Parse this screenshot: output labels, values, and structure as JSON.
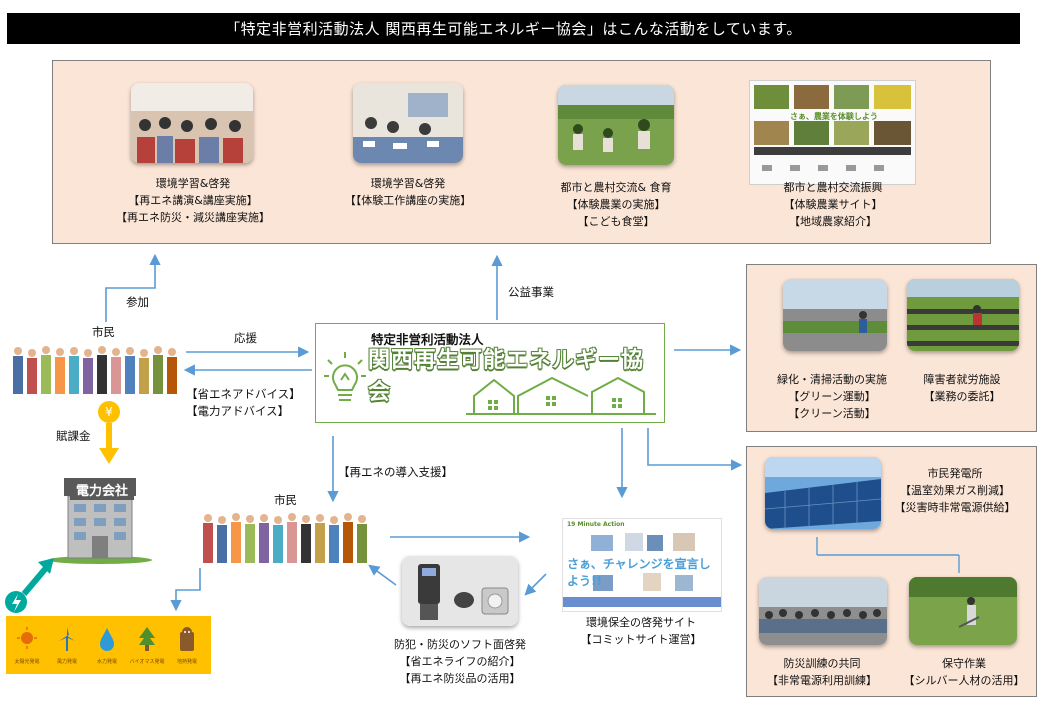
{
  "header": {
    "title": "「特定非営利活動法人 関西再生可能エネルギー協会」はこんな活動をしています。"
  },
  "top_panel": {
    "items": [
      {
        "lines": [
          "環境学習&啓発",
          "【再エネ講演&講座実施】",
          "【再エネ防災・減災講座実施】"
        ]
      },
      {
        "lines": [
          "環境学習&啓発",
          "【【体験工作講座の実施】"
        ]
      },
      {
        "lines": [
          "都市と農村交流& 食育",
          "【体験農業の実施】",
          "【こども食堂】"
        ]
      },
      {
        "lines": [
          "都市と農村交流振興",
          "【体験農業サイト】",
          "【地域農家紹介】"
        ]
      }
    ],
    "farm_site_caption": "さぁ、農業を体験しよう"
  },
  "labels": {
    "sanka": "参加",
    "shimin_left": "市民",
    "ouen": "応援",
    "shoene_advice": "【省エネアドバイス】",
    "denryoku_advice": "【電力アドバイス】",
    "koeki": "公益事業",
    "fukakin": "賦課金",
    "saiene_support": "【再エネの導入支援】",
    "shimin_bottom": "市民"
  },
  "org": {
    "small": "特定非営利活動法人",
    "big": "関西再生可能エネルギー協会"
  },
  "company": {
    "label": "電力会社"
  },
  "energy_strip": {
    "items": [
      "太陽光発電",
      "風力発電",
      "水力発電",
      "バイオマス発電",
      "地熱発電"
    ]
  },
  "right_top_panel": {
    "items": [
      {
        "lines": [
          "緑化・清掃活動の実施",
          "【グリーン運動】",
          "【クリーン活動】"
        ]
      },
      {
        "lines": [
          "障害者就労施設",
          "【業務の委託】"
        ]
      }
    ]
  },
  "right_bottom_panel": {
    "power_station": [
      "市民発電所",
      "【温室効果ガス削減】",
      "【災害時非常電源供給】"
    ],
    "training": [
      "防災訓練の共同",
      "【非常電源利用訓練】"
    ],
    "maintenance": [
      "保守作業",
      "【シルバー人材の活用】"
    ]
  },
  "bottom": {
    "bousai_soft": [
      "防犯・防災のソフト面啓発",
      "【省エネライフの紹介】",
      "【再エネ防災品の活用】"
    ],
    "commit_site": [
      "環境保全の啓発サイト",
      "【コミットサイト運営】"
    ],
    "site_title": "19 Minute Action",
    "site_slogan": "さぁ、チャレンジを宣言しよう!!"
  },
  "colors": {
    "header_bg": "#000000",
    "panel_bg": "#fbe5d6",
    "arrow": "#5b9bd5",
    "org_green": "#70ad47",
    "energy_yellow": "#ffc000",
    "fukakin_arrow": "#ffc000",
    "power_arrow": "#00a99d"
  }
}
